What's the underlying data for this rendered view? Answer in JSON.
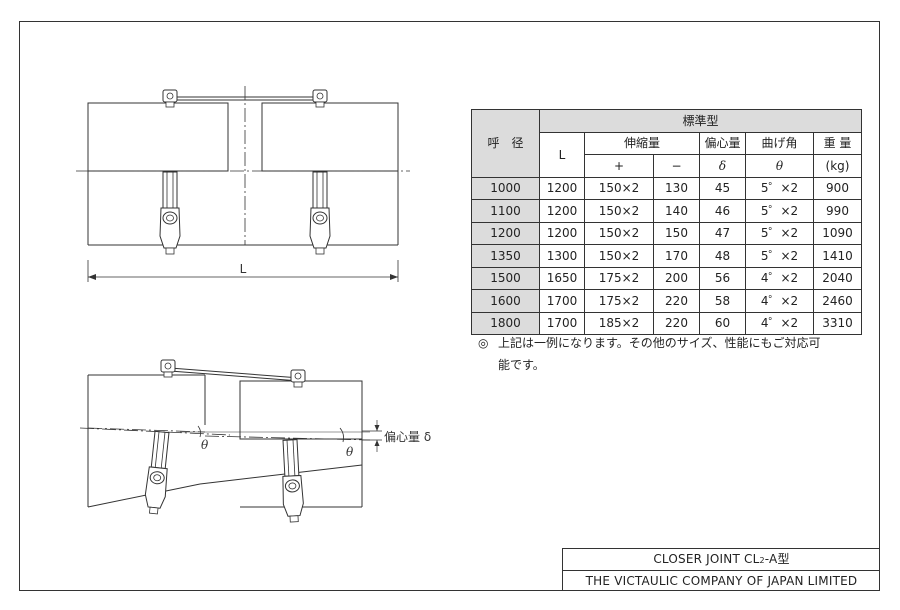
{
  "drawing": {
    "dim_L": "L",
    "theta": "θ",
    "eccentricity_label": "偏心量 δ"
  },
  "table": {
    "header": {
      "nominal": "呼　径",
      "standard_type": "標準型",
      "L": "L",
      "expansion": "伸縮量",
      "plus": "+",
      "minus": "−",
      "eccentricity": "偏心量",
      "delta": "δ",
      "bend_angle": "曲げ角",
      "theta": "θ",
      "weight": "重 量",
      "weight_unit": "(kg)"
    },
    "rows": [
      {
        "nominal": "1000",
        "L": "1200",
        "plus": "150×2",
        "minus": "130",
        "ecc": "45",
        "angle": "5゜×2",
        "weight": "900"
      },
      {
        "nominal": "1100",
        "L": "1200",
        "plus": "150×2",
        "minus": "140",
        "ecc": "46",
        "angle": "5゜×2",
        "weight": "990"
      },
      {
        "nominal": "1200",
        "L": "1200",
        "plus": "150×2",
        "minus": "150",
        "ecc": "47",
        "angle": "5゜×2",
        "weight": "1090"
      },
      {
        "nominal": "1350",
        "L": "1300",
        "plus": "150×2",
        "minus": "170",
        "ecc": "48",
        "angle": "5゜×2",
        "weight": "1410"
      },
      {
        "nominal": "1500",
        "L": "1650",
        "plus": "175×2",
        "minus": "200",
        "ecc": "56",
        "angle": "4゜×2",
        "weight": "2040"
      },
      {
        "nominal": "1600",
        "L": "1700",
        "plus": "175×2",
        "minus": "220",
        "ecc": "58",
        "angle": "4゜×2",
        "weight": "2460"
      },
      {
        "nominal": "1800",
        "L": "1700",
        "plus": "185×2",
        "minus": "220",
        "ecc": "60",
        "angle": "4゜×2",
        "weight": "3310"
      }
    ]
  },
  "note": {
    "mark": "◎",
    "line1": "上記は一例になります。その他のサイズ、性能にもご対応可",
    "line2": "能です。"
  },
  "title_block": {
    "product_prefix": "CLOSER JOINT  CL",
    "product_sub": "2",
    "product_suffix": "-A型",
    "company": "THE VICTAULIC COMPANY OF JAPAN LIMITED"
  }
}
